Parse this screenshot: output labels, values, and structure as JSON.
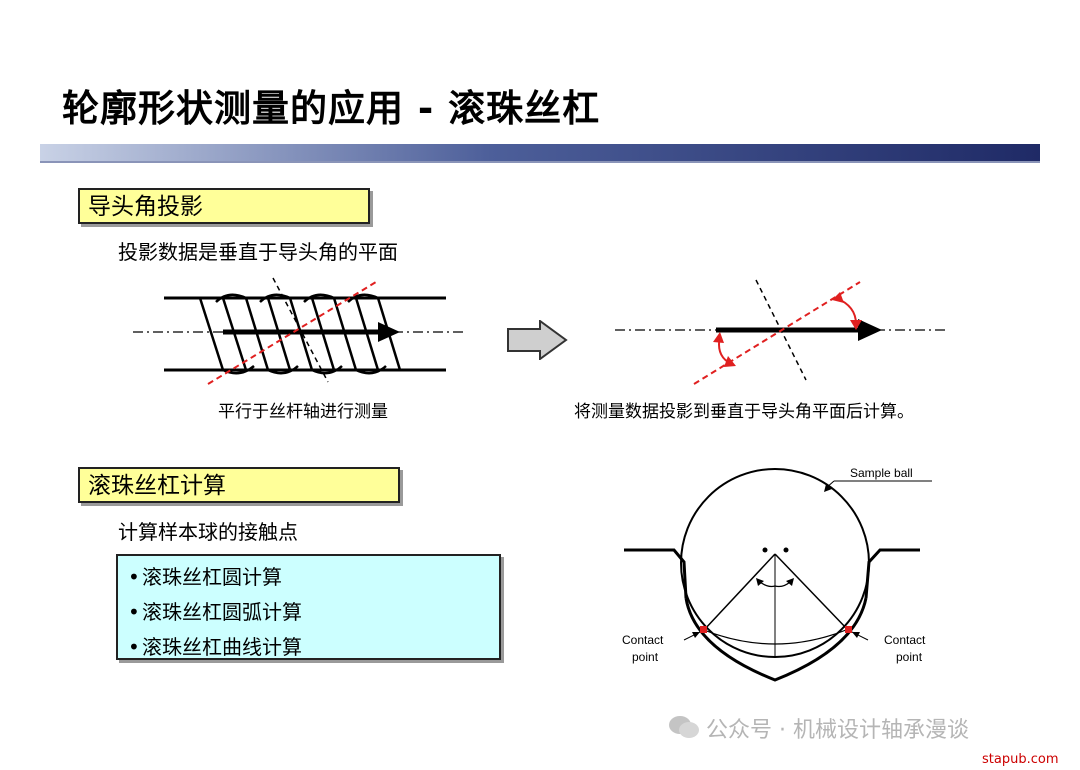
{
  "title": "轮廓形状测量的应用 - 滚珠丝杠",
  "section1": {
    "heading": "导头角投影",
    "description": "投影数据是垂直于导头角的平面",
    "left_caption": "平行于丝杆轴进行测量",
    "right_caption": "将测量数据投影到垂直于导头角平面后计算。"
  },
  "section2": {
    "heading": "滚珠丝杠计算",
    "description": "计算样本球的接触点",
    "items": [
      "滚珠丝杠圆计算",
      "滚珠丝杠圆弧计算",
      "滚珠丝杠曲线计算"
    ],
    "bullet": "•"
  },
  "diagram": {
    "sample_ball_label": "Sample ball",
    "contact_left_line1": "Contact",
    "contact_left_line2": "point",
    "contact_right_line1": "Contact",
    "contact_right_line2": "point"
  },
  "watermark": "公众号 · 机械设计轴承漫谈",
  "footer": "stapub.com",
  "colors": {
    "red": "#e02020",
    "yellow_box": "#ffff99",
    "cyan_box": "#ccffff",
    "title_bar": "#1f2a66"
  }
}
